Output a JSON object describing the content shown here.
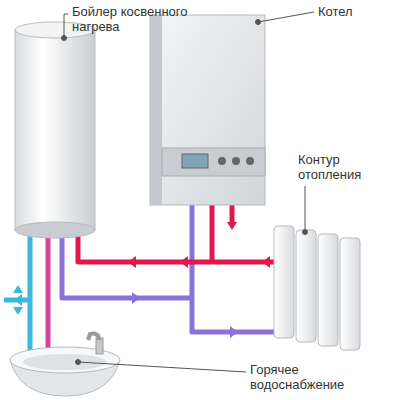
{
  "diagram": {
    "labels": [
      "Бойлер косвенного нагрева",
      "Котел",
      "Контур отопления",
      "Горячее водоснабжение"
    ]
  }
}
